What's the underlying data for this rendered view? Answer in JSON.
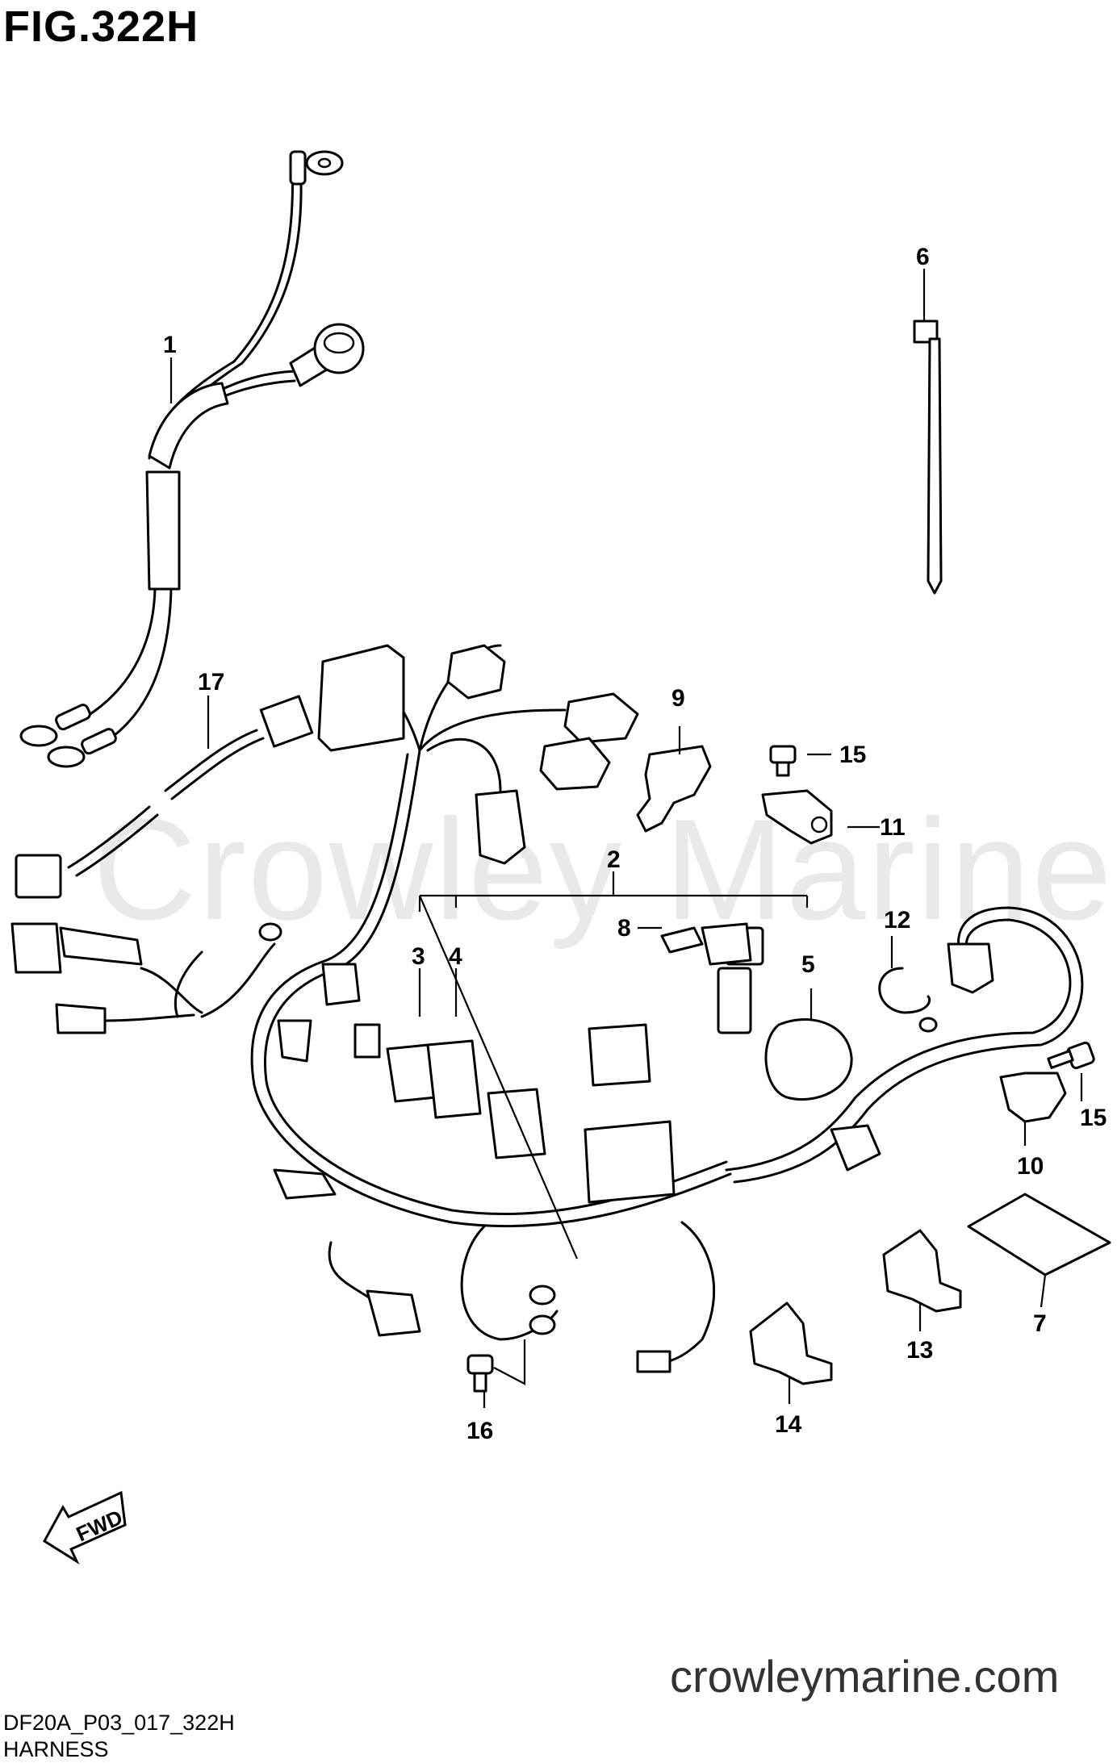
{
  "figure": {
    "title": "FIG.322H",
    "caption": "HARNESS",
    "drawing_code": "DF20A_P03_017_322H",
    "watermark": "Crowley Marine",
    "website": "crowleymarine.com",
    "direction_badge": "FWD"
  },
  "callouts": [
    {
      "id": "1",
      "label": "1"
    },
    {
      "id": "2",
      "label": "2"
    },
    {
      "id": "3",
      "label": "3"
    },
    {
      "id": "4",
      "label": "4"
    },
    {
      "id": "5",
      "label": "5"
    },
    {
      "id": "6",
      "label": "6"
    },
    {
      "id": "7",
      "label": "7"
    },
    {
      "id": "8",
      "label": "8"
    },
    {
      "id": "9",
      "label": "9"
    },
    {
      "id": "10",
      "label": "10"
    },
    {
      "id": "11",
      "label": "11"
    },
    {
      "id": "12",
      "label": "12"
    },
    {
      "id": "13",
      "label": "13"
    },
    {
      "id": "14",
      "label": "14"
    },
    {
      "id": "15a",
      "label": "15"
    },
    {
      "id": "15b",
      "label": "15"
    },
    {
      "id": "16",
      "label": "16"
    },
    {
      "id": "17",
      "label": "17"
    }
  ]
}
